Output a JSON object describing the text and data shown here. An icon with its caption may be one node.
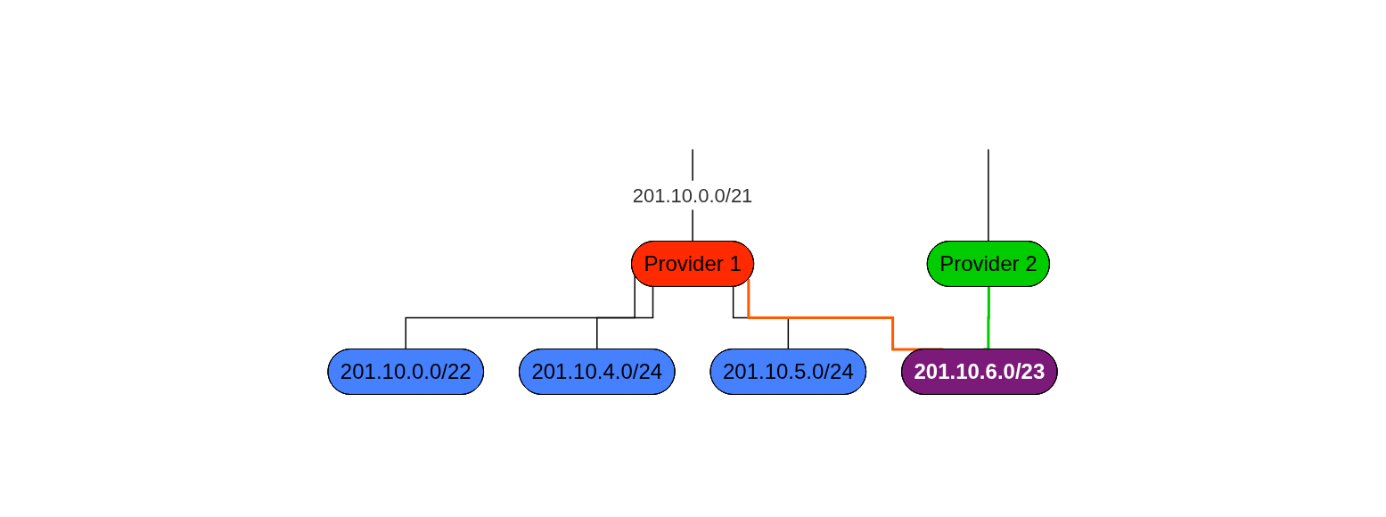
{
  "diagram": {
    "nodes": [
      {
        "text": [
          "Provider 1"
        ]
      },
      {
        "text": [
          "Provider 2"
        ]
      },
      {
        "text": [
          "201.10.0.0/22"
        ]
      },
      {
        "text": [
          "201.10.4.0/24"
        ]
      },
      {
        "text": [
          "201.10.5.0/24"
        ]
      },
      {
        "text": [
          "201.10.6.0/23"
        ]
      }
    ],
    "edges": [
      {
        "from": null,
        "to": 0,
        "arrow": "none",
        "label": "201.10.0.0/21"
      },
      {
        "from": null,
        "to": 1,
        "arrow": "none"
      },
      {
        "from": 0,
        "to": 2,
        "arrow": "none"
      },
      {
        "from": 0,
        "to": 3,
        "arrow": "none"
      },
      {
        "from": 0,
        "to": 4,
        "arrow": "none"
      },
      {
        "from": 0,
        "to": 5,
        "arrow": "none",
        "color": "#ff5a00"
      },
      {
        "from": 1,
        "to": 5,
        "arrow": "none",
        "color": "#00cc00"
      }
    ]
  }
}
